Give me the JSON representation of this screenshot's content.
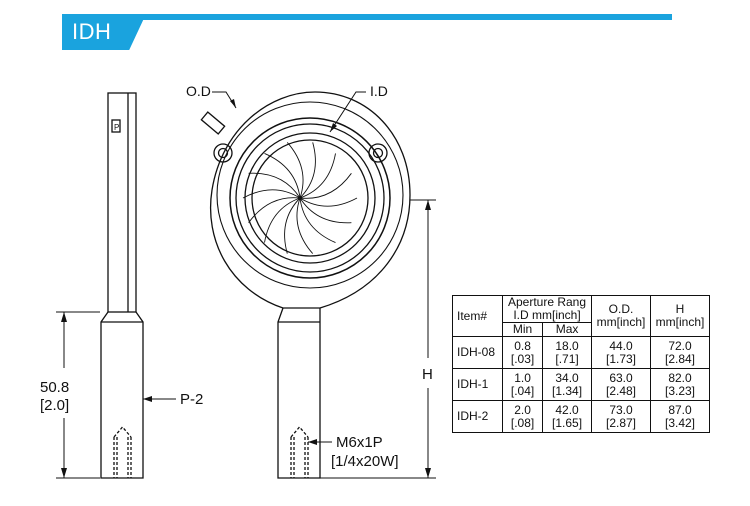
{
  "header": {
    "title": "IDH"
  },
  "labels": {
    "od": "O.D",
    "id": "I.D",
    "length_mm": "50.8",
    "length_in": "[2.0]",
    "post": "P-2",
    "height": "H",
    "thread_mm": "M6x1P",
    "thread_in": "[1/4x20W]",
    "slot": "P"
  },
  "table": {
    "headers": {
      "item": "Item#",
      "aperture_1": "Aperture Rang",
      "aperture_2": "I.D mm[inch]",
      "min": "Min",
      "max": "Max",
      "od_1": "O.D.",
      "od_2": "mm[inch]",
      "h_1": "H",
      "h_2": "mm[inch]"
    },
    "rows": [
      {
        "item": "IDH-08",
        "min_mm": "0.8",
        "min_in": "[.03]",
        "max_mm": "18.0",
        "max_in": "[.71]",
        "od_mm": "44.0",
        "od_in": "[1.73]",
        "h_mm": "72.0",
        "h_in": "[2.84]"
      },
      {
        "item": "IDH-1",
        "min_mm": "1.0",
        "min_in": "[.04]",
        "max_mm": "34.0",
        "max_in": "[1.34]",
        "od_mm": "63.0",
        "od_in": "[2.48]",
        "h_mm": "82.0",
        "h_in": "[3.23]"
      },
      {
        "item": "IDH-2",
        "min_mm": "2.0",
        "min_in": "[.08]",
        "max_mm": "42.0",
        "max_in": "[1.65]",
        "od_mm": "73.0",
        "od_in": "[2.87]",
        "h_mm": "87.0",
        "h_in": "[3.42]"
      }
    ]
  },
  "colors": {
    "accent": "#1aa3de",
    "line": "#111111"
  }
}
